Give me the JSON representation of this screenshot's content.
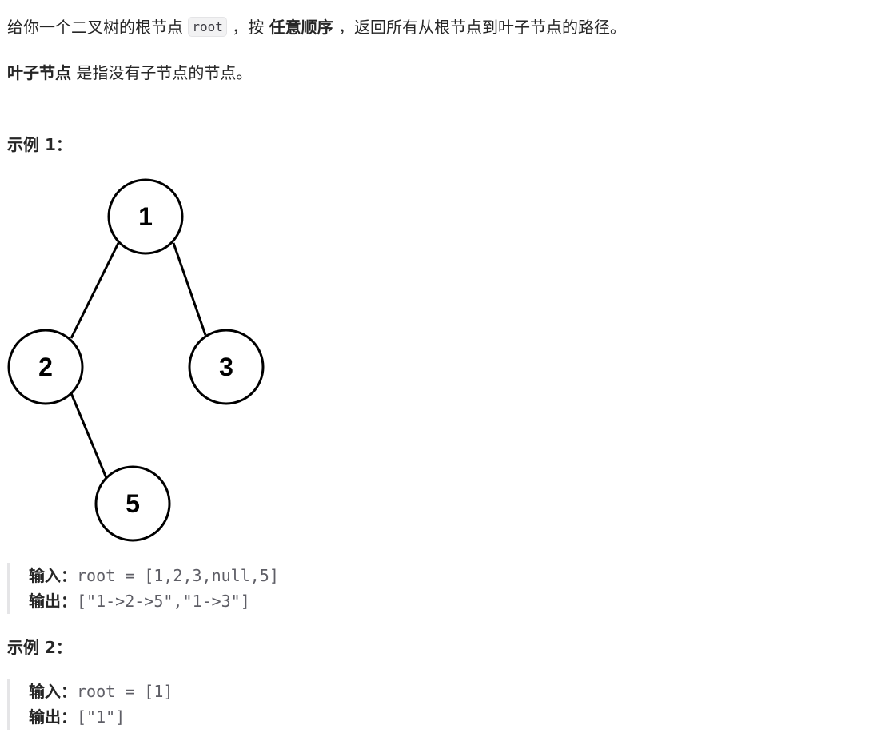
{
  "intro": {
    "text_before": "给你一个二叉树的根节点",
    "code": "root",
    "text_middle": "，按",
    "emphasis": "任意顺序",
    "text_after": "，返回所有从根节点到叶子节点的路径。"
  },
  "definition": {
    "term": "叶子节点",
    "text": "是指没有子节点的节点。"
  },
  "examples": [
    {
      "title": "示例 1：",
      "tree_nodes": [
        "1",
        "2",
        "3",
        "5"
      ],
      "input_label": "输入：",
      "input_value": "root = [1,2,3,null,5]",
      "output_label": "输出：",
      "output_value": "[\"1->2->5\",\"1->3\"]"
    },
    {
      "title": "示例 2：",
      "input_label": "输入：",
      "input_value": "root = [1]",
      "output_label": "输出：",
      "output_value": "[\"1\"]"
    }
  ],
  "colors": {
    "text": "#262626",
    "code_bg": "#f2f2f3",
    "block_border": "#e5e5e7",
    "mono_text": "#5e5e66",
    "tree_stroke": "#000000"
  }
}
